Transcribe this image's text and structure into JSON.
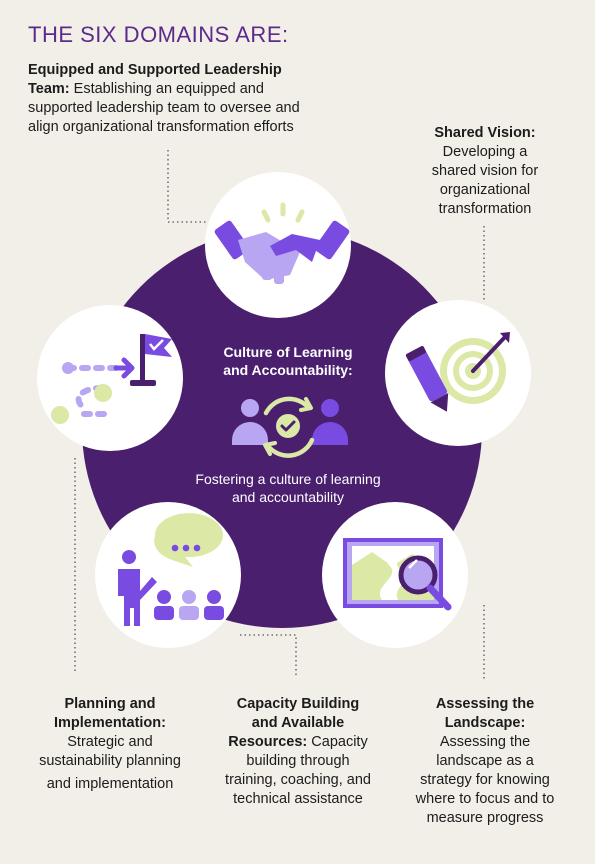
{
  "title": "THE SIX DOMAINS ARE:",
  "domains": {
    "leadership": {
      "heading": "Equipped and Supported Leadership Team:",
      "heading_line1": "Equipped and Supported Leadership",
      "heading_line2": "Team:",
      "body_line1": " Establishing an equipped and",
      "body_line2": "supported leadership team to oversee and",
      "body_line3": "align organizational transformation efforts",
      "icon": "handshake-icon"
    },
    "vision": {
      "heading": "Shared Vision:",
      "body_lines": [
        "Developing a",
        "shared vision for",
        "organizational",
        "transformation"
      ],
      "icon": "target-pencil-icon"
    },
    "culture": {
      "heading_line1": "Culture of Learning",
      "heading_line2": "and Accountability:",
      "body_line1": "Fostering a culture of learning",
      "body_line2": "and accountability",
      "icon": "people-cycle-icon"
    },
    "planning": {
      "heading_line1": "Planning and",
      "heading_line2": "Implementation:",
      "body_lines": [
        "Strategic and",
        "sustainability planning",
        "and implementation"
      ],
      "icon": "path-flag-icon"
    },
    "capacity": {
      "heading_line1": "Capacity Building",
      "heading_line2": "and Available",
      "heading_line3": "Resources:",
      "body_line3": " Capacity",
      "body_lines": [
        "building through",
        "training, coaching, and",
        "technical assistance"
      ],
      "icon": "presenter-group-icon"
    },
    "landscape": {
      "heading_line1": "Assessing the",
      "heading_line2": "Landscape:",
      "body_lines": [
        "Assessing the",
        "landscape as a",
        "strategy for knowing",
        "where to focus and to",
        "measure progress"
      ],
      "icon": "magnifier-map-icon"
    }
  },
  "colors": {
    "background": "#f2efe8",
    "pentagon": "#4a1f6e",
    "accent_purple": "#7a4be0",
    "light_purple": "#b9a6f2",
    "lime": "#dbe8a6",
    "title": "#5c2a8a"
  }
}
